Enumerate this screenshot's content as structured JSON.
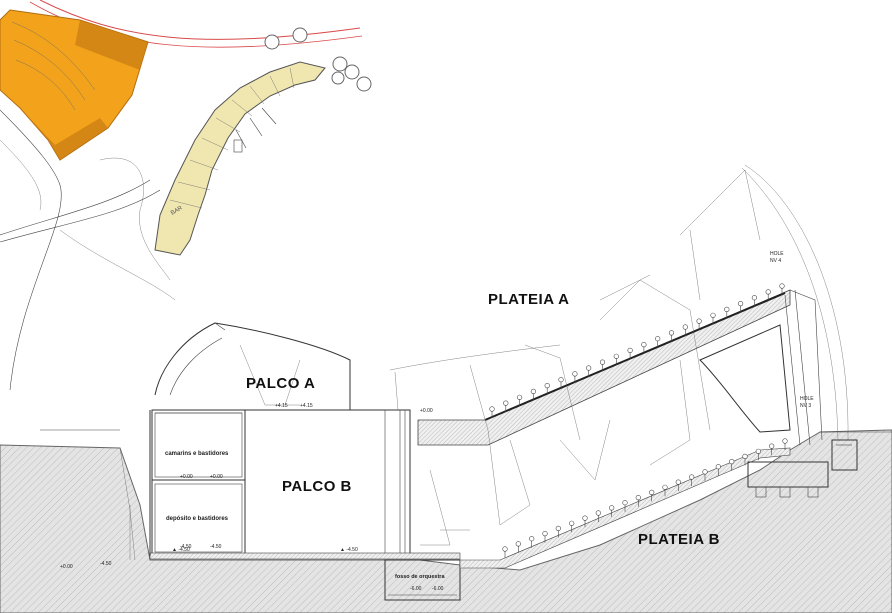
{
  "labels": {
    "plateia_a": "PLATEIA A",
    "palco_a": "PALCO A",
    "palco_b": "PALCO B",
    "plateia_b": "PLATEIA B",
    "camarins": "camarins e bastidores",
    "deposito": "depósito e bastidores",
    "fosso": "fosso de orquestra",
    "bar": "BAR"
  },
  "colors": {
    "ground": "#e6e6e6",
    "orange": "#f2a31b",
    "orange_dark": "#c97a12",
    "yellow": "#efe6b0",
    "road": "#d94a4a"
  }
}
